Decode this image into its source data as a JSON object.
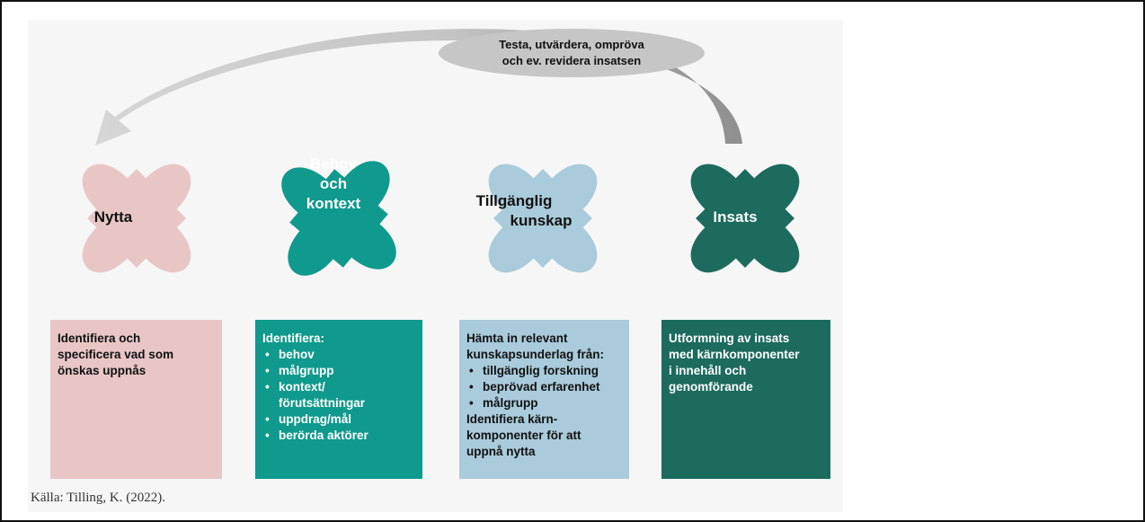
{
  "feedback": {
    "line1": "Testa, utvärdera, ompröva",
    "line2": "och ev. revidera insatsen"
  },
  "pieces": [
    {
      "lines": [
        "Nytta"
      ],
      "color": "#e9c6c6",
      "text_color": "#111111"
    },
    {
      "lines": [
        "Behov",
        "och",
        "kontext"
      ],
      "color": "#0f9a8d",
      "text_color": "#ffffff"
    },
    {
      "lines": [
        "Tillgänglig",
        "kunskap"
      ],
      "color": "#a9cbdb",
      "text_color": "#111111"
    },
    {
      "lines": [
        "Insats"
      ],
      "color": "#1c6b5d",
      "text_color": "#ffffff"
    }
  ],
  "boxes": {
    "nytta": {
      "color": "#e9c6c6",
      "lines": [
        "Identifiera och",
        "specificera vad som",
        "önskas uppnås"
      ]
    },
    "behov": {
      "color": "#0f9a8d",
      "heading": "Identifiera:",
      "items": [
        "behov",
        "målgrupp",
        "kontext/\nförutsättningar",
        "uppdrag/mål",
        "berörda aktörer"
      ]
    },
    "kunskap": {
      "color": "#a9cbdb",
      "heading_lines": [
        "Hämta in relevant",
        "kunskapsunderlag från:"
      ],
      "items": [
        "tillgänglig forskning",
        "beprövad erfarenhet",
        "målgrupp"
      ],
      "footer_lines": [
        "Identifiera kärn-",
        "komponenter för att",
        "uppnå nytta"
      ]
    },
    "insats": {
      "color": "#1c6b5d",
      "lines": [
        "Utformning av insats",
        "med kärnkomponenter",
        "i innehåll och",
        "genomförande"
      ]
    }
  },
  "source": "Källa: Tilling, K. (2022)."
}
